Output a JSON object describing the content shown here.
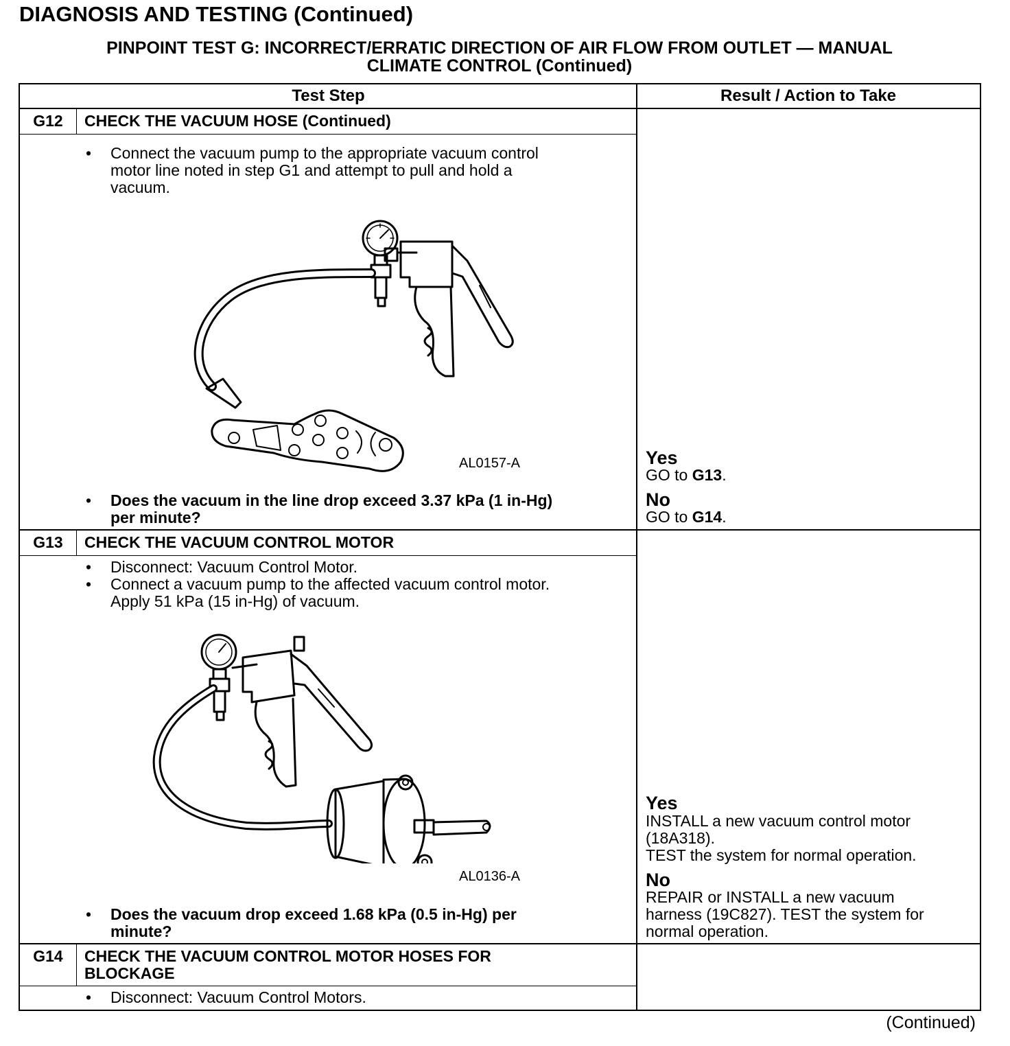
{
  "header": {
    "page_title": "DIAGNOSIS AND TESTING (Continued)",
    "subtitle_line1": "PINPOINT TEST G: INCORRECT/ERRATIC DIRECTION OF AIR FLOW FROM OUTLET — MANUAL",
    "subtitle_line2": "CLIMATE CONTROL (Continued)"
  },
  "table": {
    "col_test_step": "Test Step",
    "col_result": "Result / Action to Take"
  },
  "g12": {
    "id": "G12",
    "title": "CHECK THE VACUUM HOSE (Continued)",
    "bullet1_line1": "Connect the vacuum pump to the appropriate vacuum control",
    "bullet1_line2": "motor line noted in step G1 and attempt to pull and hold a",
    "bullet1_line3": "vacuum.",
    "figure_code": "AL0157-A",
    "question_line1": "Does the vacuum in the line drop exceed 3.37 kPa (1 in-Hg)",
    "question_line2": "per minute?",
    "yes_label": "Yes",
    "yes_prefix": "GO to ",
    "yes_target": "G13",
    "yes_suffix": ".",
    "no_label": "No",
    "no_prefix": "GO to ",
    "no_target": "G14",
    "no_suffix": "."
  },
  "g13": {
    "id": "G13",
    "title": "CHECK THE VACUUM CONTROL MOTOR",
    "bullet1": "Disconnect: Vacuum Control Motor.",
    "bullet2_line1": "Connect a vacuum pump to the affected vacuum control motor.",
    "bullet2_line2": "Apply 51 kPa (15 in-Hg) of vacuum.",
    "figure_code": "AL0136-A",
    "question_line1": "Does the vacuum drop exceed 1.68 kPa (0.5 in-Hg) per",
    "question_line2": "minute?",
    "yes_label": "Yes",
    "yes_line1": "INSTALL a new vacuum control motor",
    "yes_line2": "(18A318).",
    "yes_line3": "TEST the system for normal operation.",
    "no_label": "No",
    "no_line1": "REPAIR or INSTALL a new vacuum",
    "no_line2": "harness (19C827). TEST the system for",
    "no_line3": "normal operation."
  },
  "g14": {
    "id": "G14",
    "title_line1": "CHECK THE VACUUM CONTROL MOTOR HOSES FOR",
    "title_line2": "BLOCKAGE",
    "bullet1": "Disconnect: Vacuum Control Motors."
  },
  "footer": {
    "continued": "(Continued)"
  },
  "bullet_char": "•"
}
